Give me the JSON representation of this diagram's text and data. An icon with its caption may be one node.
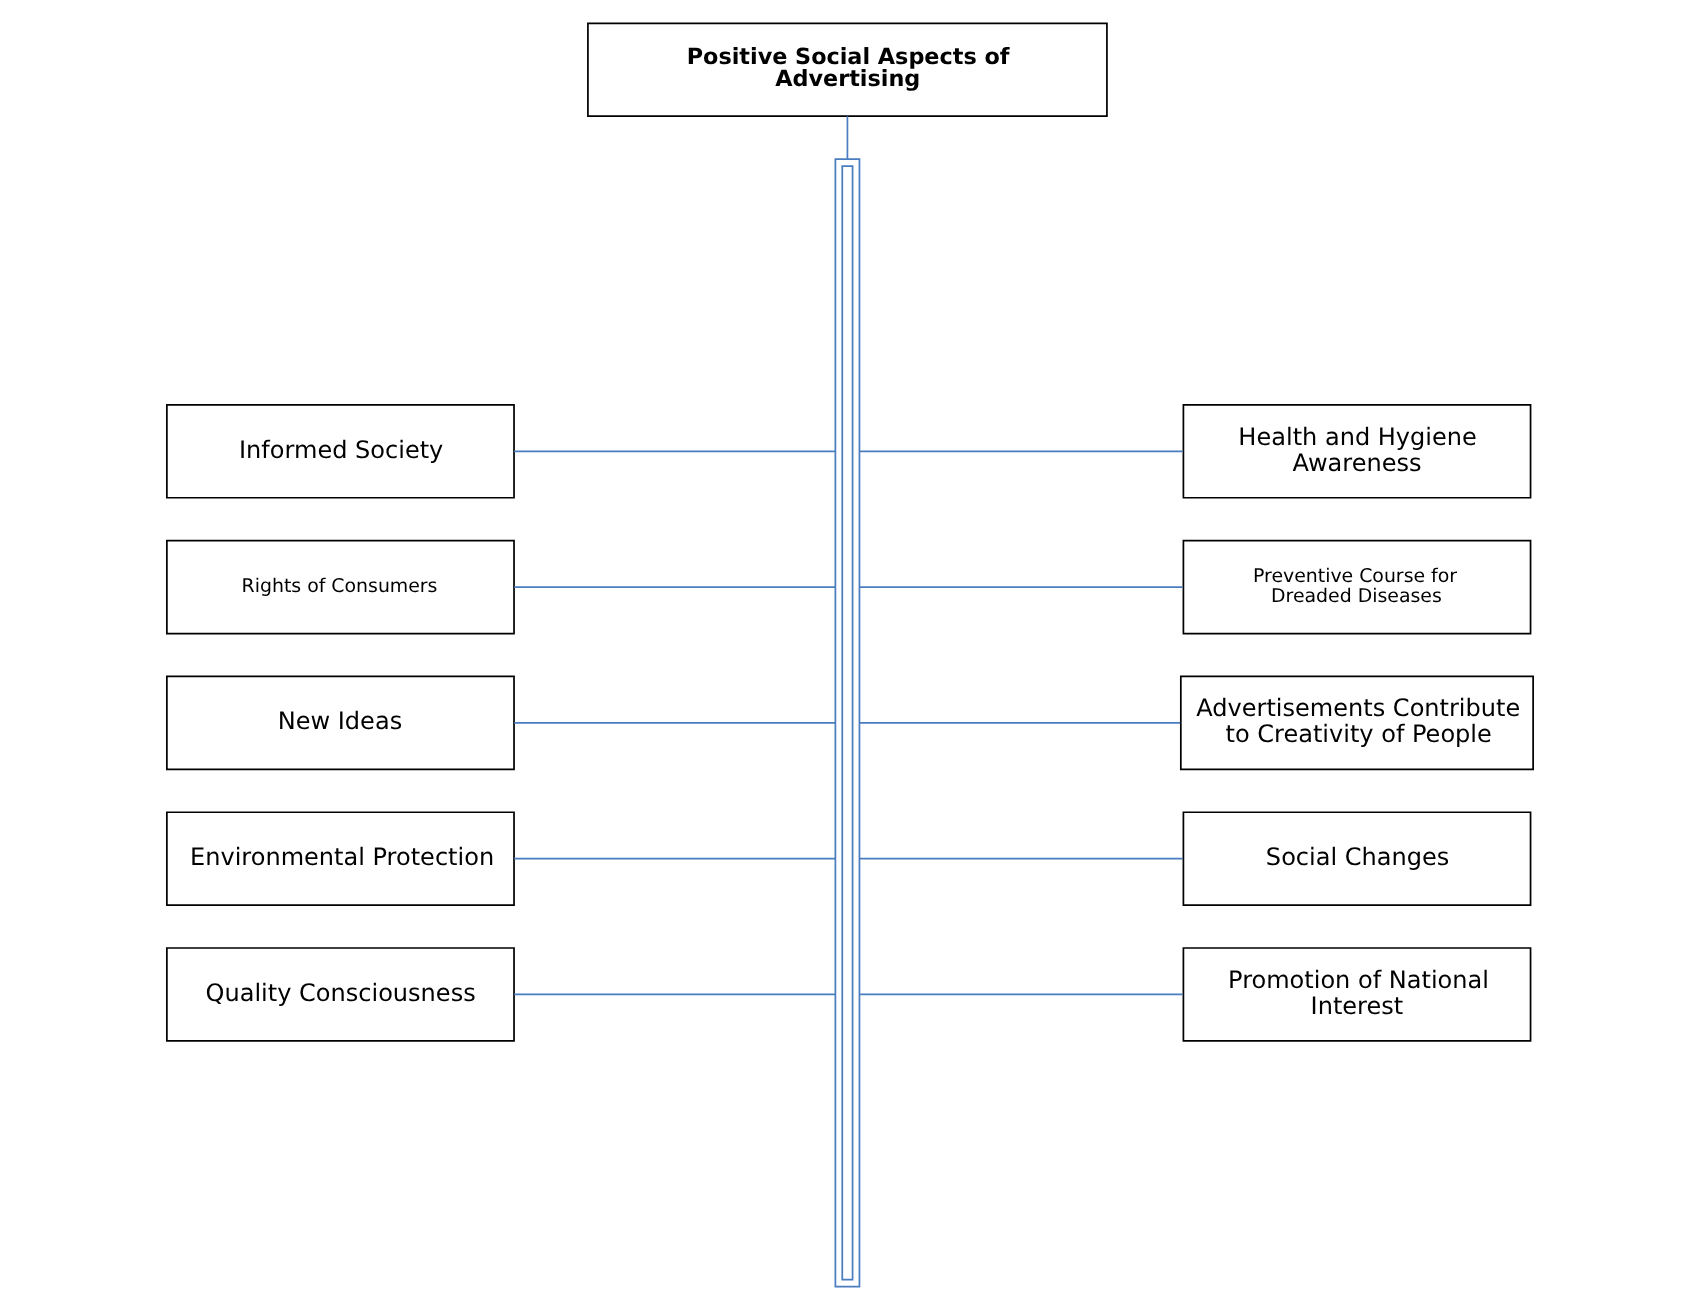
{
  "diagram": {
    "nodes": [
      {
        "text": [
          "Positive Social Aspects of Advertising"
        ]
      },
      {
        "text": [],
        "shape": "bar"
      },
      {
        "text": [
          "Informed Society"
        ]
      },
      {
        "text": [
          "Health and Hygiene Awareness"
        ]
      },
      {
        "text": [
          "Rights of Consumers"
        ]
      },
      {
        "text": [
          "Preventive Course for Dreaded Diseases"
        ]
      },
      {
        "text": [
          "New Ideas"
        ]
      },
      {
        "text": [
          "Advertisements Contribute to Creativity of People"
        ]
      },
      {
        "text": [
          "Environmental Protection"
        ]
      },
      {
        "text": [
          "Social Changes"
        ]
      },
      {
        "text": [
          "Quality Consciousness"
        ]
      },
      {
        "text": [
          "Promotion of National Interest"
        ]
      }
    ],
    "edges": [
      {
        "from": 0,
        "to": 1,
        "arrow": "none"
      },
      {
        "from": 2,
        "to": 1,
        "arrow": "none"
      },
      {
        "from": 1,
        "to": 3,
        "arrow": "none"
      },
      {
        "from": 4,
        "to": 1,
        "arrow": "none"
      },
      {
        "from": 1,
        "to": 5,
        "arrow": "none"
      },
      {
        "from": 6,
        "to": 1,
        "arrow": "none"
      },
      {
        "from": 1,
        "to": 7,
        "arrow": "none"
      },
      {
        "from": 8,
        "to": 1,
        "arrow": "none"
      },
      {
        "from": 1,
        "to": 9,
        "arrow": "none"
      },
      {
        "from": 10,
        "to": 1,
        "arrow": "none"
      },
      {
        "from": 1,
        "to": 11,
        "arrow": "none"
      }
    ]
  }
}
